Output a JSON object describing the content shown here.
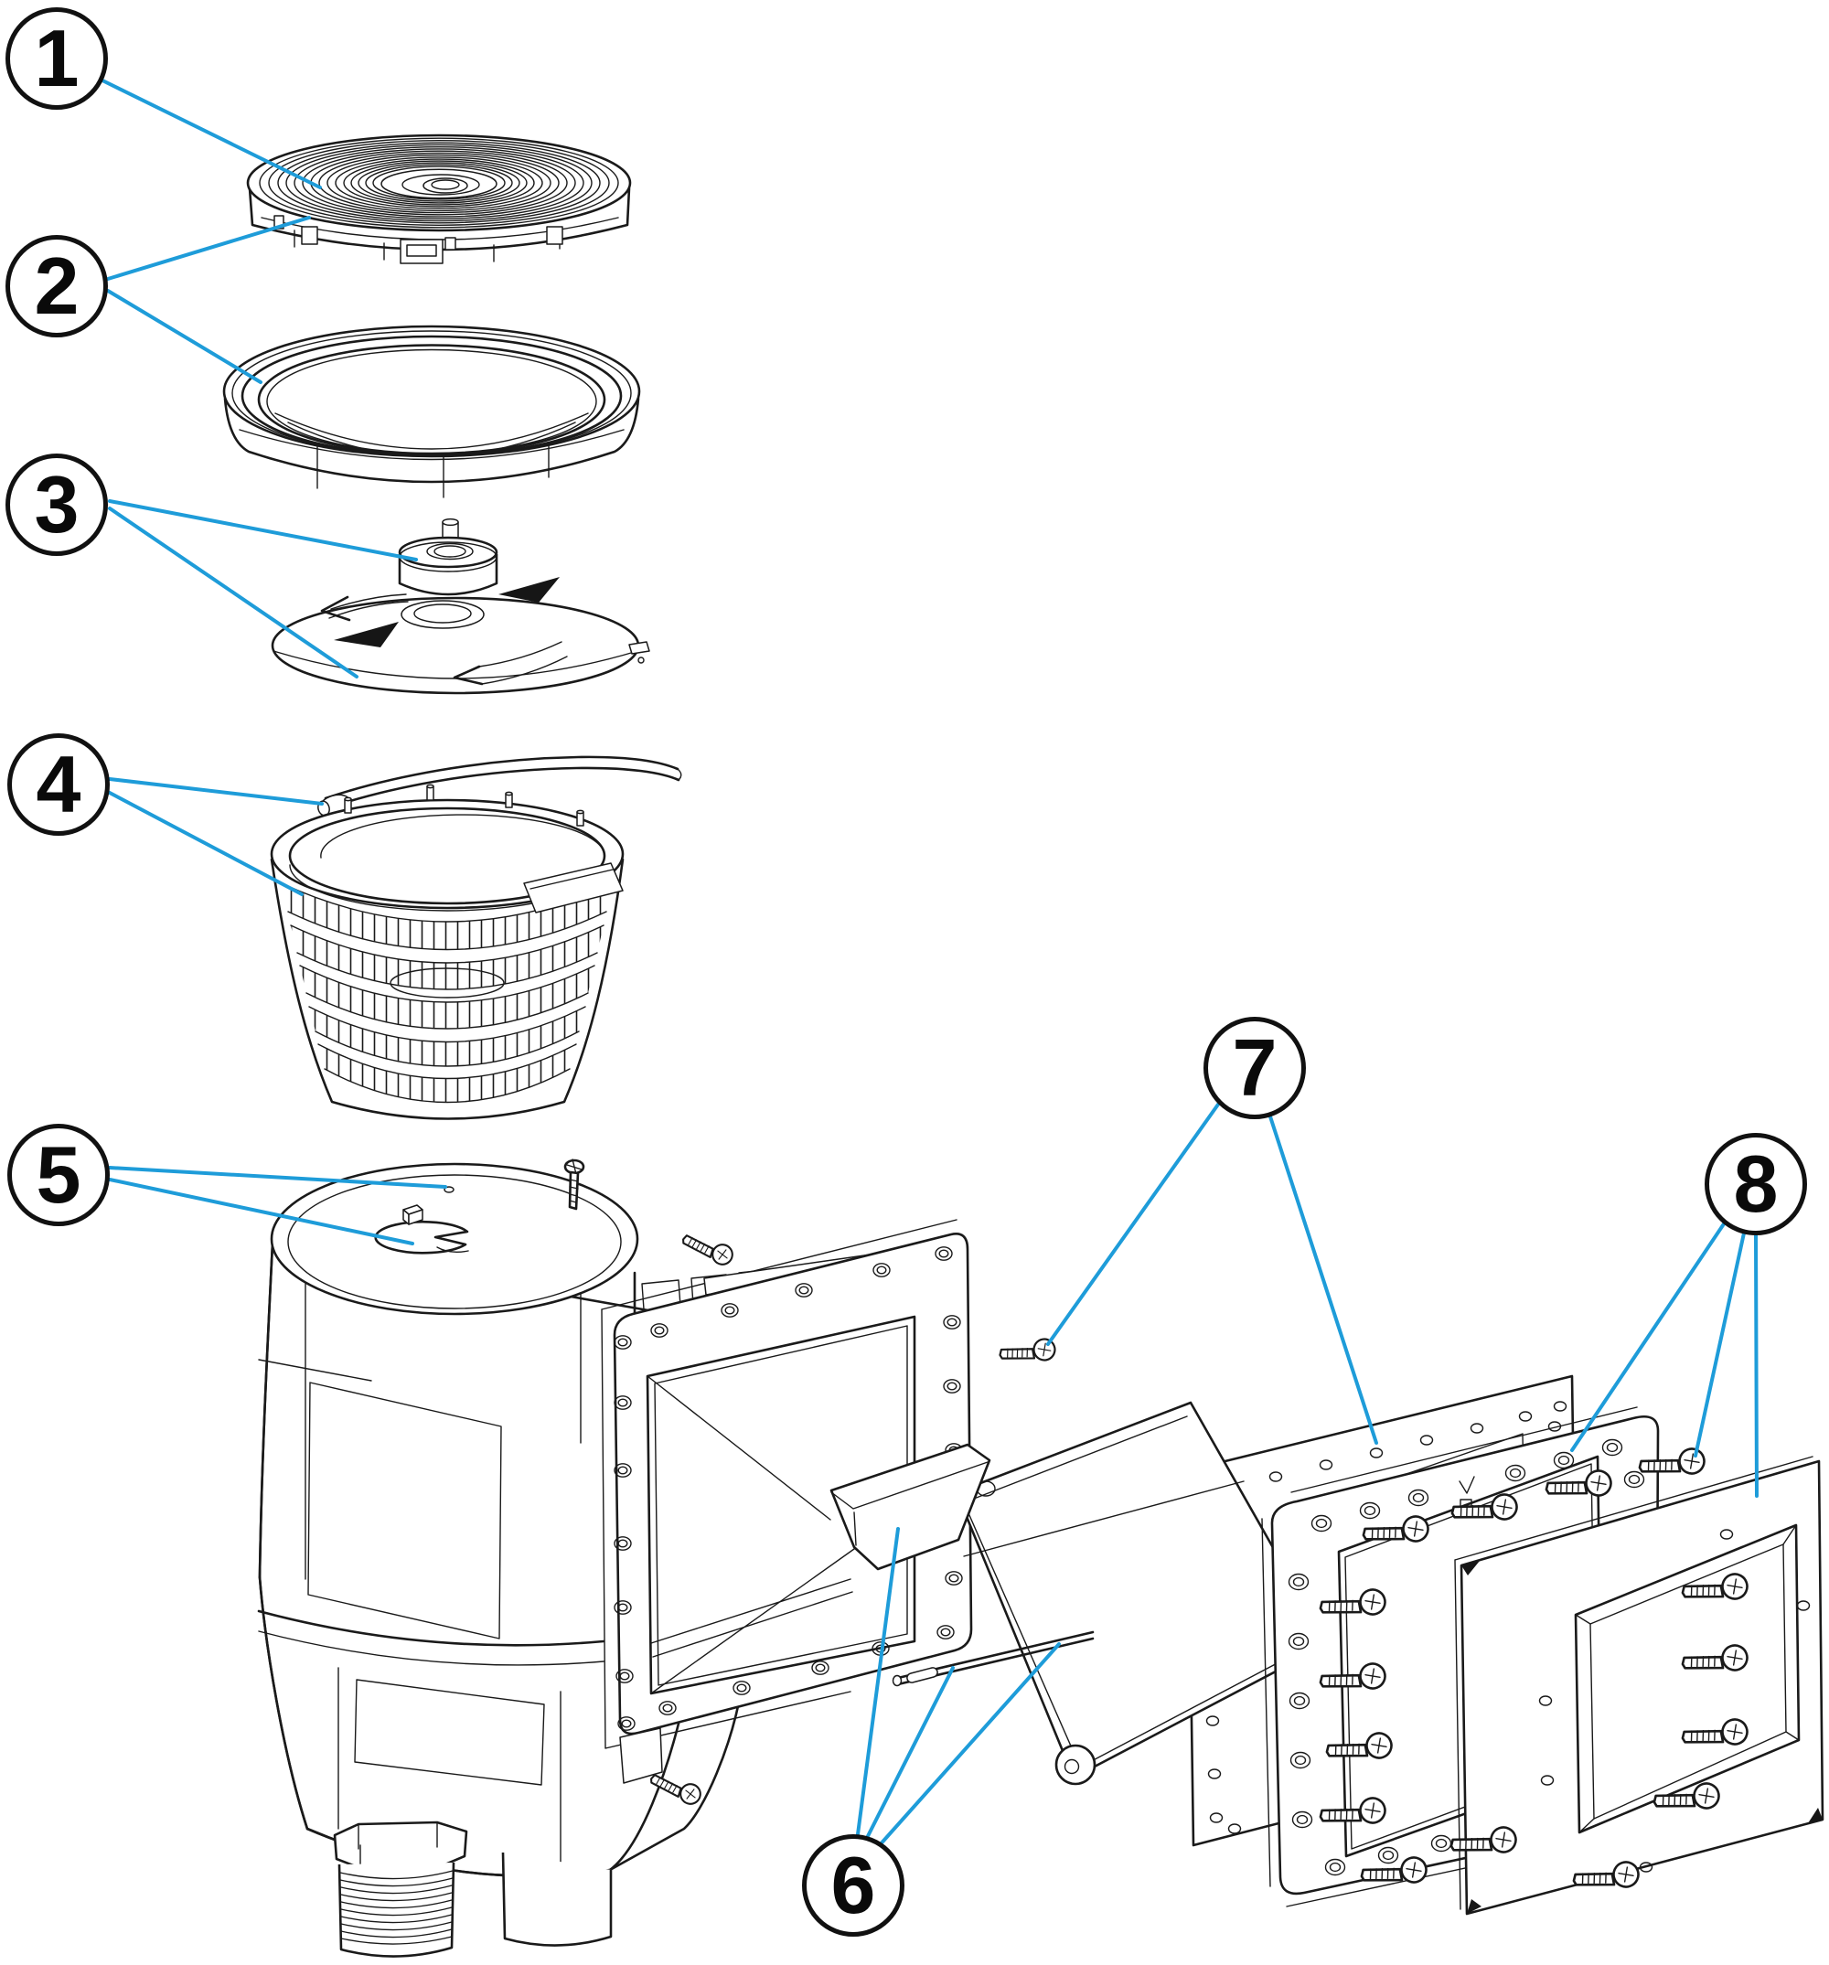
{
  "diagram": {
    "kind": "exploded-parts-drawing",
    "background": "#ffffff",
    "line_color": "#1a1a1a",
    "leader_color": "#1e9cd9"
  },
  "callouts": {
    "c1": {
      "label": "1"
    },
    "c2": {
      "label": "2"
    },
    "c3": {
      "label": "3"
    },
    "c4": {
      "label": "4"
    },
    "c5": {
      "label": "5"
    },
    "c6": {
      "label": "6"
    },
    "c7": {
      "label": "7"
    },
    "c8": {
      "label": "8"
    }
  }
}
